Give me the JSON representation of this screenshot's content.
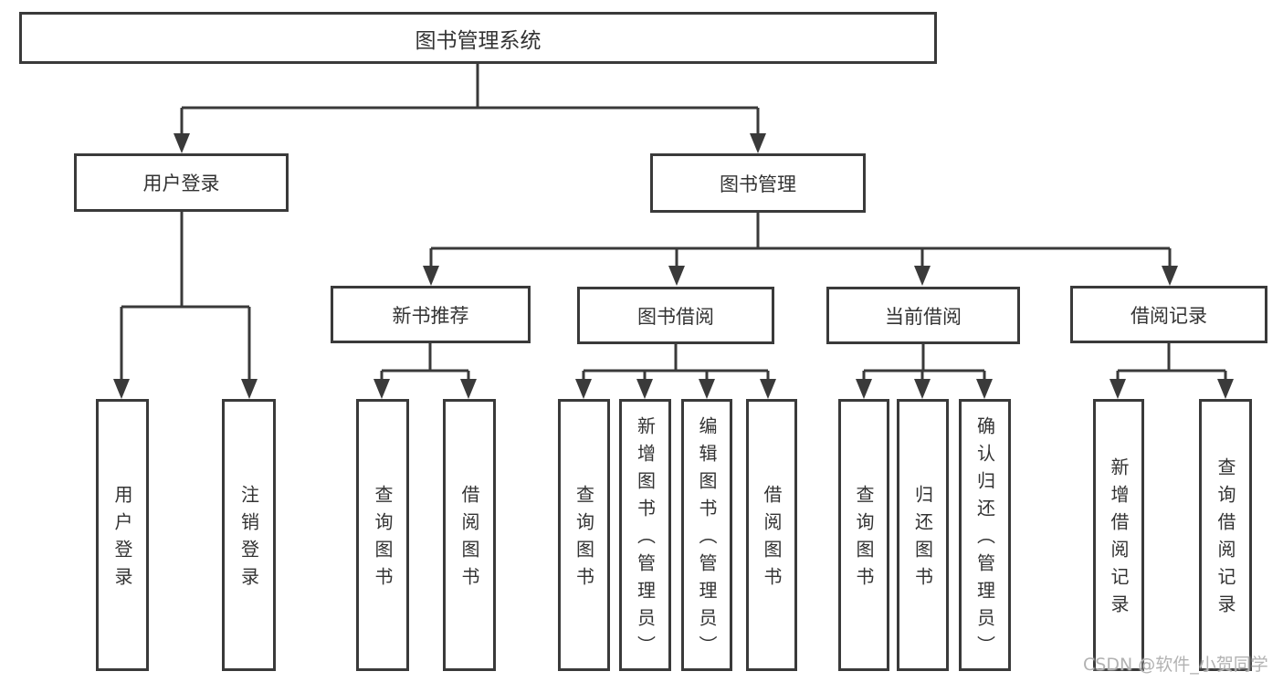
{
  "diagram_title": "图书管理系统",
  "watermark": "CSDN @软件_小贺同学",
  "colors": {
    "line": "#3a3a3a",
    "box_border": "#3a3a3a",
    "box_background": "#ffffff",
    "text": "#333333",
    "watermark": "#b2b2b2"
  },
  "nodes": {
    "root": {
      "label": "图书管理系统"
    },
    "user_login": {
      "label": "用户登录"
    },
    "book_mgmt": {
      "label": "图书管理"
    },
    "new_book_rec": {
      "label": "新书推荐"
    },
    "book_borrow": {
      "label": "图书借阅"
    },
    "current_borrow": {
      "label": "当前借阅"
    },
    "borrow_record": {
      "label": "借阅记录"
    },
    "leaf_user_login": {
      "label": "用户登录"
    },
    "leaf_logout": {
      "label": "注销登录"
    },
    "leaf_query_books_rec": {
      "label": "查询图书"
    },
    "leaf_borrow_books_rec": {
      "label": "借阅图书"
    },
    "leaf_query_books_borrow": {
      "label": "查询图书"
    },
    "leaf_add_books": {
      "label": "新增图书（管理员）"
    },
    "leaf_edit_books": {
      "label": "编辑图书（管理员）"
    },
    "leaf_borrow_books_borrow": {
      "label": "借阅图书"
    },
    "leaf_query_books_current": {
      "label": "查询图书"
    },
    "leaf_return_books": {
      "label": "归还图书"
    },
    "leaf_confirm_return": {
      "label": "确认归还（管理员）"
    },
    "leaf_add_borrow_record": {
      "label": "新增借阅记录"
    },
    "leaf_query_borrow_record": {
      "label": "查询借阅记录"
    }
  }
}
